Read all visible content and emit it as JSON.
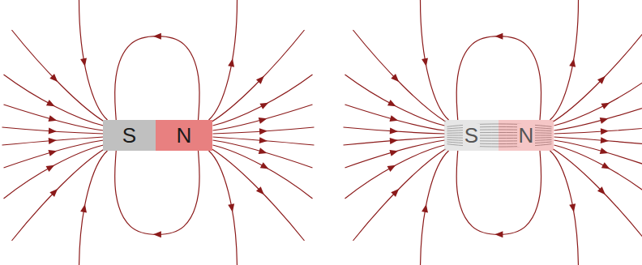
{
  "diagram": {
    "nodes": [
      {
        "text": [
          "S"
        ]
      },
      {
        "text": [
          "N"
        ]
      },
      {
        "text": [
          "S"
        ]
      },
      {
        "text": [
          "N"
        ]
      }
    ],
    "edges": [
      {
        "from": 1,
        "to": 0,
        "arrow": "to"
      },
      {
        "from": 1,
        "to": 0,
        "arrow": "to"
      },
      {
        "from": 3,
        "to": 2,
        "arrow": "to"
      },
      {
        "from": 3,
        "to": 2,
        "arrow": "to"
      }
    ]
  }
}
